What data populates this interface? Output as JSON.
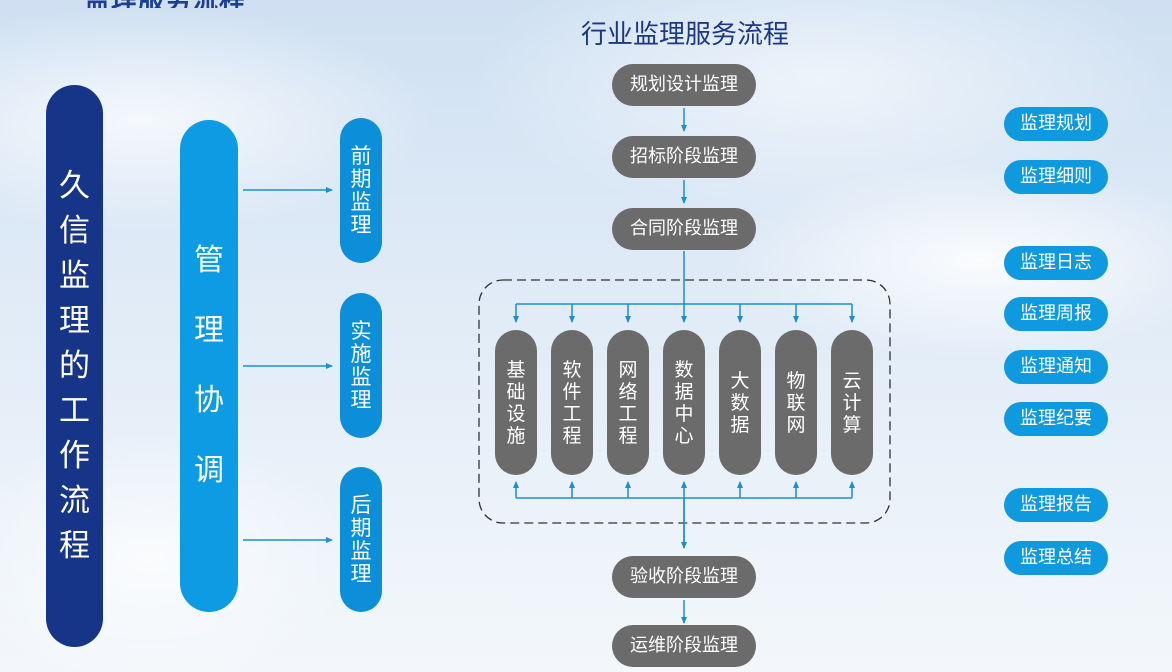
{
  "top_title": "监理服务流程",
  "left_panel": {
    "main_label": "久信监理的工作流程",
    "coord_label": "管理协调",
    "phases": [
      "前期监理",
      "实施监理",
      "后期监理"
    ]
  },
  "center_panel": {
    "title": "行业监理服务流程",
    "stages_before": [
      "规划设计监理",
      "招标阶段监理",
      "合同阶段监理"
    ],
    "tech_domains": [
      "基础设施",
      "软件工程",
      "网络工程",
      "数据中心",
      "大数据",
      "物联网",
      "云计算"
    ],
    "stages_after": [
      "验收阶段监理",
      "运维阶段监理"
    ]
  },
  "right_panel": {
    "documents": [
      "监理规划",
      "监理细则",
      "监理日志",
      "监理周报",
      "监理通知",
      "监理纪要",
      "监理报告",
      "监理总结"
    ]
  },
  "colors": {
    "navy": "#173588",
    "blue": "#0d9be3",
    "gray": "#6b6b6b",
    "arrow": "#1b8fd2"
  }
}
